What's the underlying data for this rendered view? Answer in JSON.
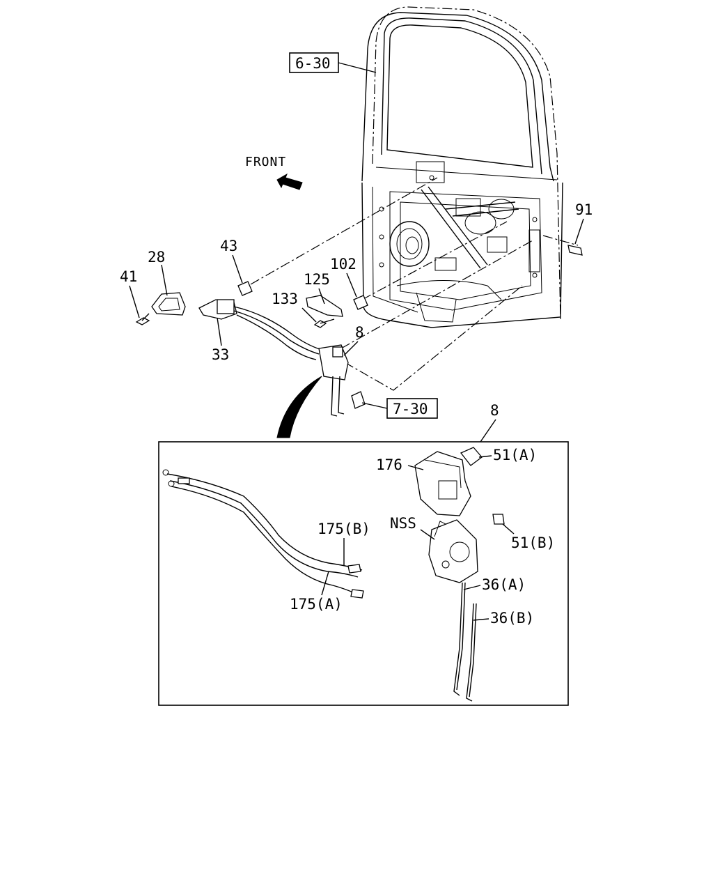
{
  "direction_label": "FRONT",
  "refs": {
    "door": "6-30",
    "lock": "7-30"
  },
  "callouts": {
    "p28": "28",
    "p41": "41",
    "p43": "43",
    "p33": "33",
    "p133": "133",
    "p125": "125",
    "p102": "102",
    "p8_top": "8",
    "p91": "91",
    "p8_detail": "8",
    "p176": "176",
    "p51a": "51(A)",
    "nss": "NSS",
    "p51b": "51(B)",
    "p175b": "175(B)",
    "p175a": "175(A)",
    "p36a": "36(A)",
    "p36b": "36(B)"
  }
}
